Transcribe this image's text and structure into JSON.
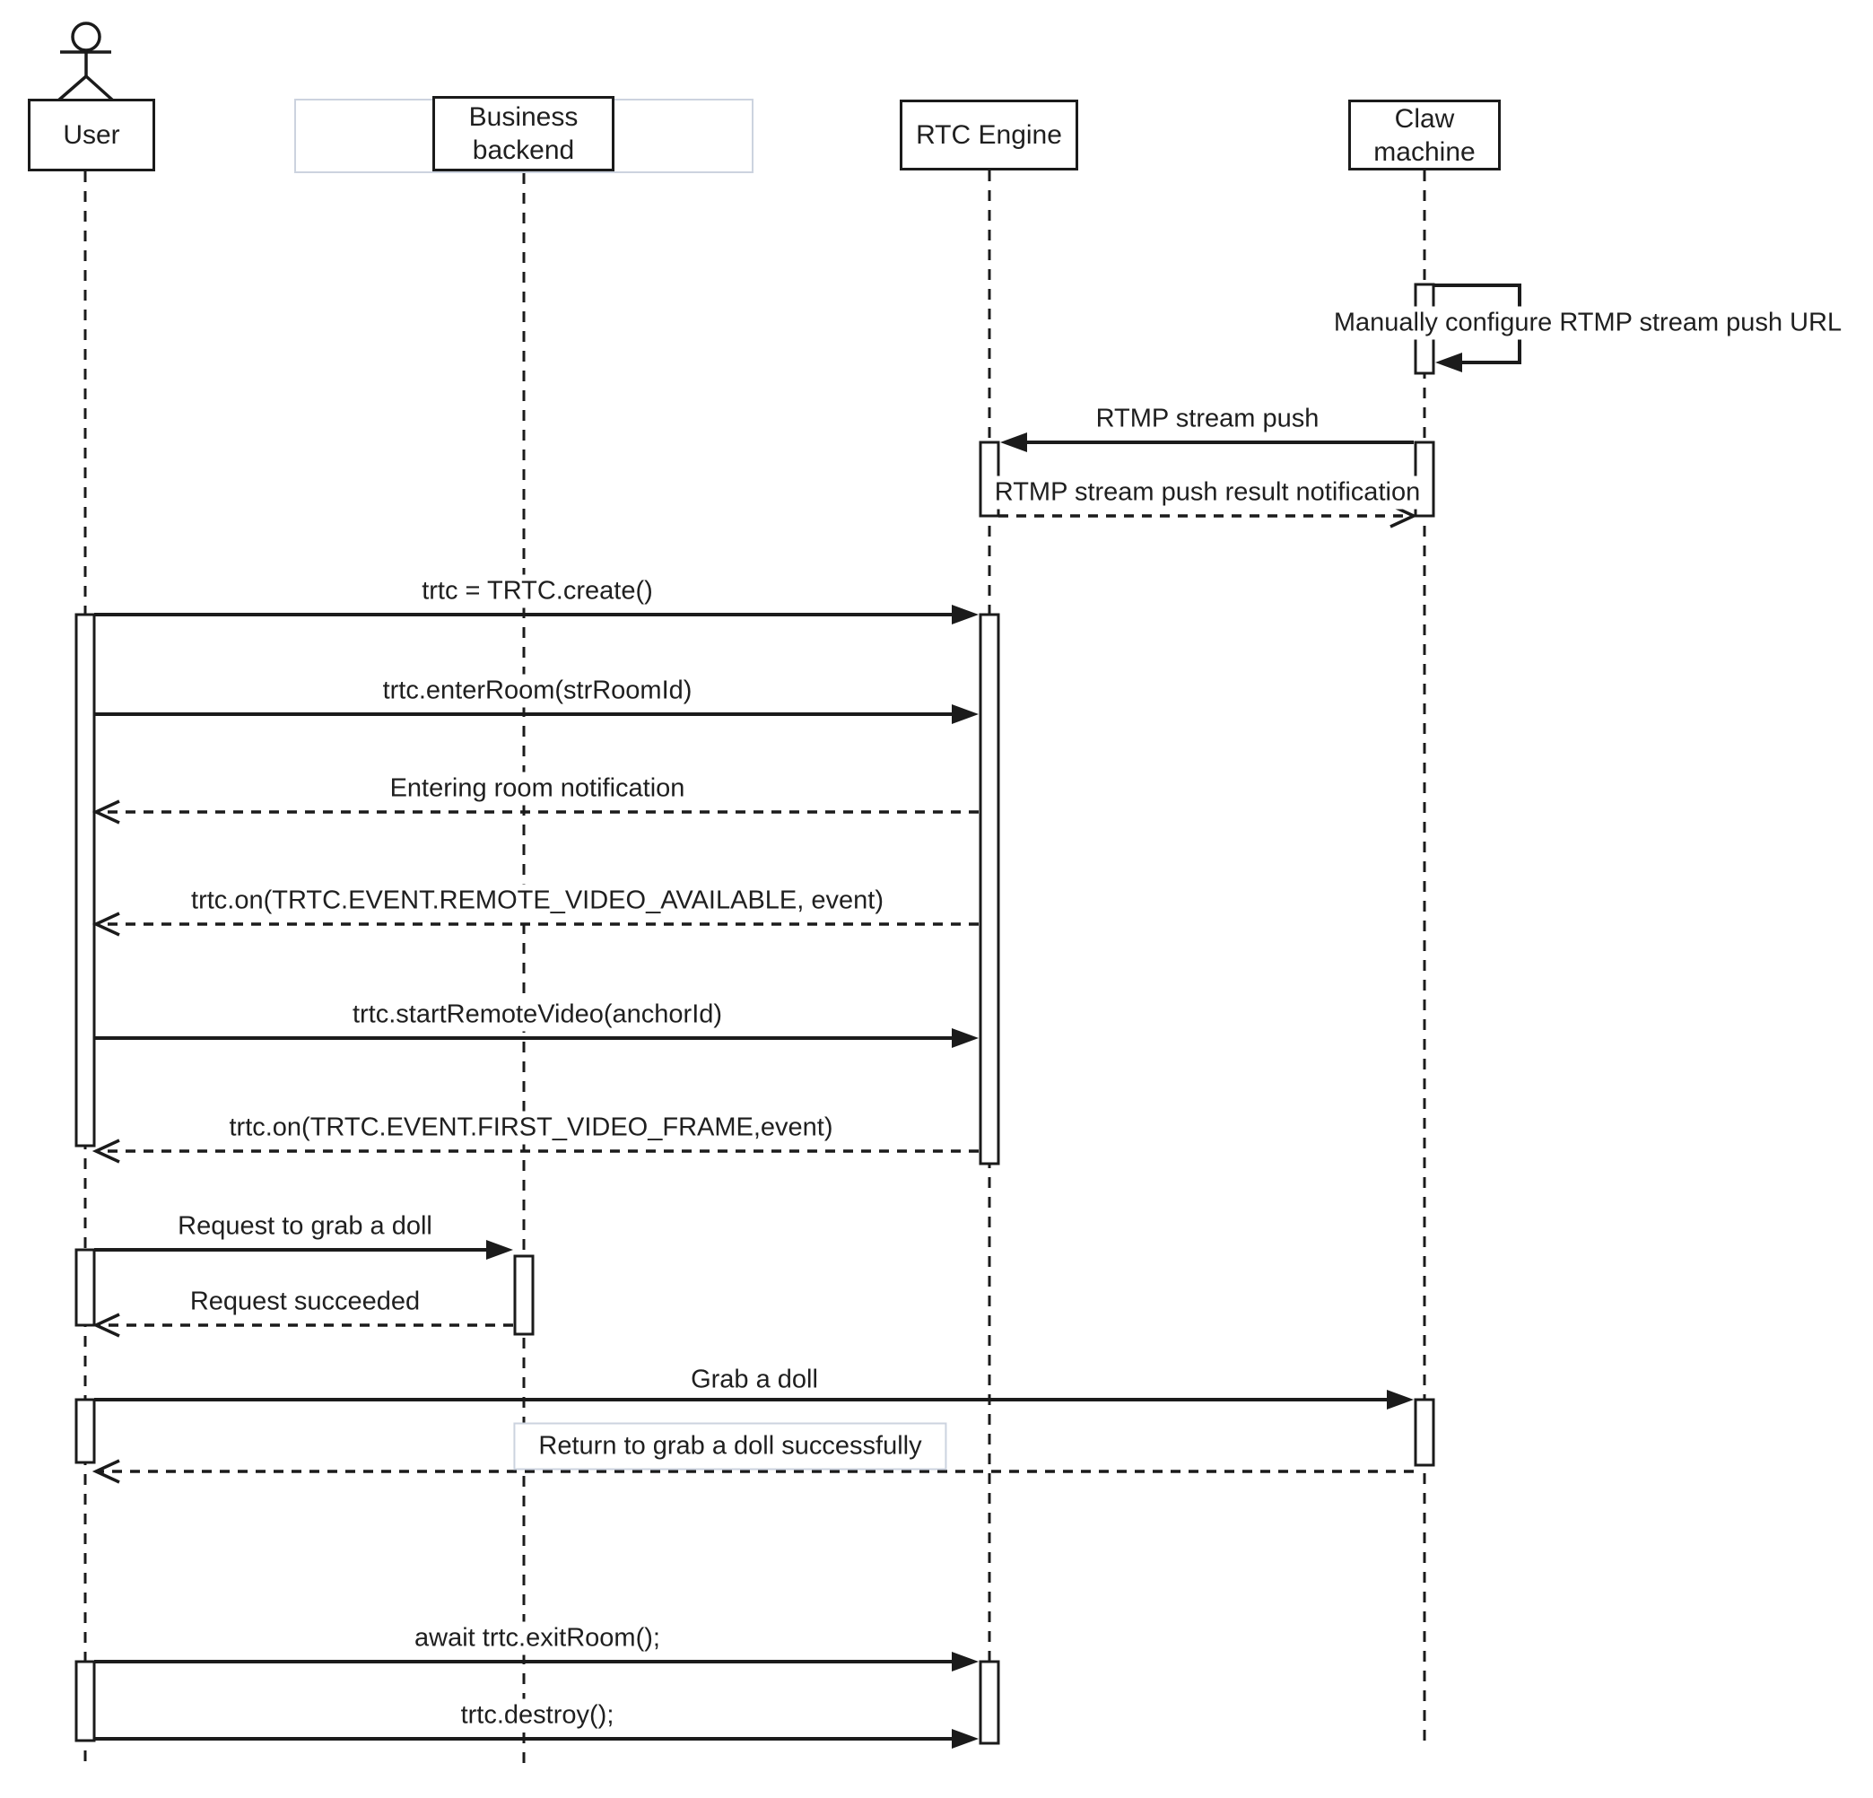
{
  "diagram": {
    "participants": [
      {
        "id": "user",
        "label": "User"
      },
      {
        "id": "backend",
        "label": "Business backend",
        "label_lines": [
          "Business",
          "backend"
        ]
      },
      {
        "id": "rtc",
        "label": "RTC Engine"
      },
      {
        "id": "claw",
        "label": "Claw machine",
        "label_lines": [
          "Claw",
          "machine"
        ]
      }
    ],
    "messages": [
      {
        "text": "Manually configure RTMP stream push URL",
        "from": "claw",
        "to": "claw",
        "style": "self"
      },
      {
        "text": "RTMP stream push",
        "from": "claw",
        "to": "rtc",
        "style": "solid"
      },
      {
        "text": "RTMP stream push result notification",
        "from": "rtc",
        "to": "claw",
        "style": "dashed"
      },
      {
        "text": "trtc = TRTC.create()",
        "from": "user",
        "to": "rtc",
        "style": "solid"
      },
      {
        "text": "trtc.enterRoom(strRoomId)",
        "from": "user",
        "to": "rtc",
        "style": "solid"
      },
      {
        "text": "Entering room notification",
        "from": "rtc",
        "to": "user",
        "style": "dashed"
      },
      {
        "text": "trtc.on(TRTC.EVENT.REMOTE_VIDEO_AVAILABLE, event)",
        "from": "rtc",
        "to": "user",
        "style": "dashed"
      },
      {
        "text": "trtc.startRemoteVideo(anchorId)",
        "from": "user",
        "to": "rtc",
        "style": "solid"
      },
      {
        "text": "trtc.on(TRTC.EVENT.FIRST_VIDEO_FRAME,event)",
        "from": "rtc",
        "to": "user",
        "style": "dashed"
      },
      {
        "text": "Request to grab a doll",
        "from": "user",
        "to": "backend",
        "style": "solid"
      },
      {
        "text": "Request succeeded",
        "from": "backend",
        "to": "user",
        "style": "dashed"
      },
      {
        "text": "Grab a doll",
        "from": "user",
        "to": "claw",
        "style": "solid"
      },
      {
        "text": "Return to grab a doll successfully",
        "from": "claw",
        "to": "user",
        "style": "dashed",
        "boxed": true
      },
      {
        "text": "await trtc.exitRoom();",
        "from": "user",
        "to": "rtc",
        "style": "solid"
      },
      {
        "text": "trtc.destroy();",
        "from": "user",
        "to": "rtc",
        "style": "solid"
      }
    ],
    "colors": {
      "stroke": "#1b1b1b",
      "light_border": "#ccd3df",
      "background": "#ffffff"
    }
  }
}
